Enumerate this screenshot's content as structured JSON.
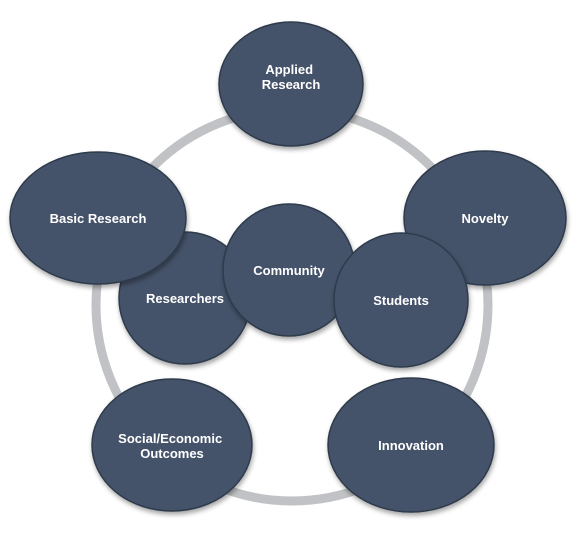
{
  "colors": {
    "node_fill": "#44536a",
    "node_stroke": "#2f3b4c",
    "ring": "#c0c2c5",
    "label": "#ffffff",
    "background": "#ffffff"
  },
  "nodes": {
    "applied_research": [
      "Applied",
      "Research"
    ],
    "novelty": [
      "Novelty"
    ],
    "innovation": [
      "Innovation"
    ],
    "social_economic_outcomes": [
      "Social/Economic",
      "Outcomes"
    ],
    "basic_research": [
      "Basic Research"
    ],
    "researchers": [
      "Researchers"
    ],
    "community": [
      "Community"
    ],
    "students": [
      "Students"
    ]
  }
}
